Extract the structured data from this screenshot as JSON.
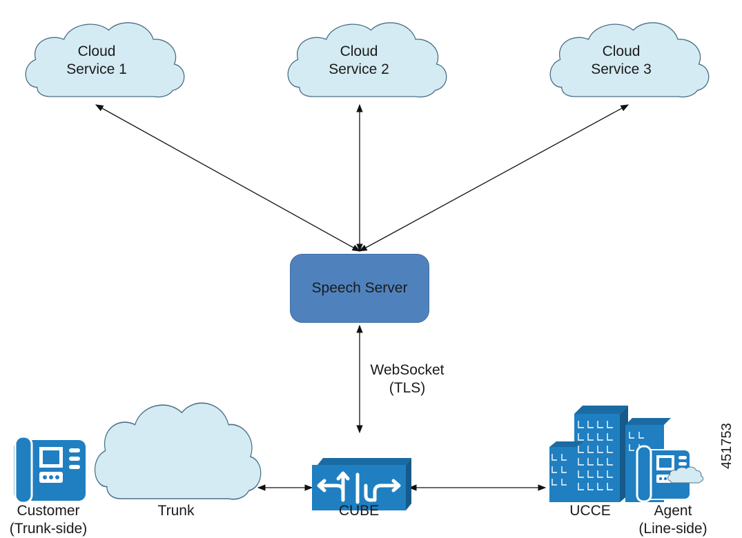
{
  "clouds": [
    {
      "line1": "Cloud",
      "line2": "Service 1"
    },
    {
      "line1": "Cloud",
      "line2": "Service 2"
    },
    {
      "line1": "Cloud",
      "line2": "Service 3"
    }
  ],
  "speech_server": {
    "label": "Speech Server"
  },
  "websocket": {
    "line1": "WebSocket",
    "line2": "(TLS)"
  },
  "bottom": {
    "customer": {
      "line1": "Customer",
      "line2": "(Trunk-side)"
    },
    "trunk": {
      "label": "Trunk"
    },
    "cube": {
      "label": "CUBE"
    },
    "ucce": {
      "label": "UCCE"
    },
    "agent": {
      "line1": "Agent",
      "line2": "(Line-side)"
    }
  },
  "figure_id": "451753",
  "colors": {
    "cloud_fill": "#d4ebf3",
    "cloud_stroke": "#4a6f86",
    "server_fill": "#4f82bd",
    "icon_blue": "#1f7fc1",
    "arrow": "#111111"
  }
}
